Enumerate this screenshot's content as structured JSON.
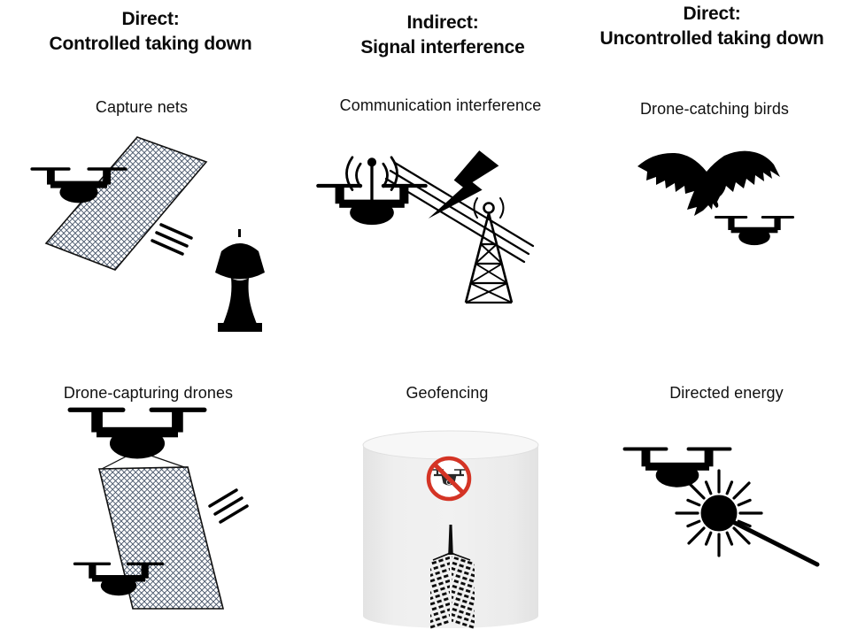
{
  "figure": {
    "title_implied": "Counter-drone measures",
    "columns": [
      {
        "id": "direct-controlled",
        "line1": "Direct:",
        "line2": "Controlled taking down"
      },
      {
        "id": "indirect",
        "line1": "Indirect:",
        "line2": "Signal interference"
      },
      {
        "id": "direct-uncontrolled",
        "line1": "Direct:",
        "line2": "Uncontrolled taking down"
      }
    ],
    "methods": [
      {
        "label": "Capture nets",
        "column": "direct-controlled",
        "icon": "drone-towing-capture-net-toward-control-tower"
      },
      {
        "label": "Communication interference",
        "column": "indirect",
        "icon": "drone-signals-jammed-by-lightning-from-radio-tower"
      },
      {
        "label": "Drone-catching birds",
        "column": "direct-uncontrolled",
        "icon": "eagle-swooping-on-drone"
      },
      {
        "label": "Drone-capturing drones",
        "column": "direct-controlled",
        "icon": "drone-carrying-hanging-net-capturing-drone"
      },
      {
        "label": "Geofencing",
        "column": "indirect",
        "icon": "no-drone-zone-cylinder-over-skyscraper"
      },
      {
        "label": "Directed energy",
        "column": "direct-uncontrolled",
        "icon": "drone-struck-by-energy-beam-burst"
      }
    ],
    "colors": {
      "ink": "#000000",
      "net_mesh": "#3b4a60",
      "prohibition_red": "#d43425",
      "geofence_fill": "#ededed",
      "geofence_top": "#f7f7f7"
    }
  }
}
